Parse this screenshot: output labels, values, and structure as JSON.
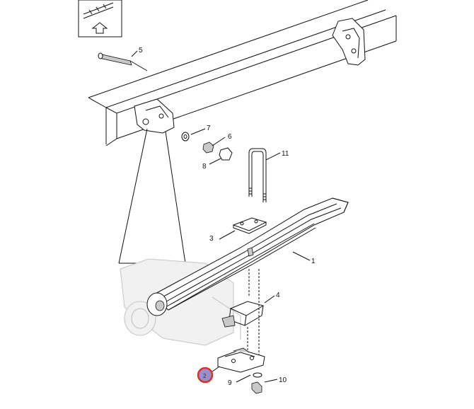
{
  "callouts": [
    {
      "id": "c1",
      "number": "1"
    },
    {
      "id": "c2",
      "number": "2",
      "highlighted": true
    },
    {
      "id": "c3",
      "number": "3"
    },
    {
      "id": "c4",
      "number": "4"
    },
    {
      "id": "c5",
      "number": "5"
    },
    {
      "id": "c6",
      "number": "6"
    },
    {
      "id": "c7",
      "number": "7"
    },
    {
      "id": "c8",
      "number": "8"
    },
    {
      "id": "c9",
      "number": "9"
    },
    {
      "id": "c10",
      "number": "10"
    },
    {
      "id": "c11",
      "number": "11"
    }
  ],
  "colors": {
    "highlight_ring": "#d9302c",
    "highlight_fill": "#9a90c8",
    "line": "#111111",
    "shade": "#c9c9c9",
    "ghost": "#bdbdbd"
  },
  "icons": {
    "orientation_box": "up-arrow-icon"
  }
}
